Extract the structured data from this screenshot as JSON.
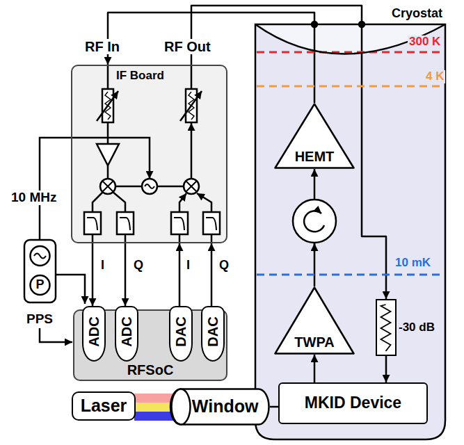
{
  "diagram": {
    "nodes": [
      {
        "text": [
          "Cryostat"
        ]
      },
      {
        "text": [
          "IF Board"
        ]
      },
      {
        "text": [
          "RFSoC"
        ]
      },
      {
        "text": [
          "ADC"
        ],
        "in": 2
      },
      {
        "text": [
          "ADC"
        ],
        "in": 2
      },
      {
        "text": [
          "DAC"
        ],
        "in": 2
      },
      {
        "text": [
          "DAC"
        ],
        "in": 2
      },
      {
        "text": [
          "HEMT"
        ],
        "in": 0
      },
      {
        "text": [
          "TWPA"
        ],
        "in": 0
      },
      {
        "text": [
          "-30 dB"
        ],
        "in": 0
      },
      {
        "text": [
          "MKID Device"
        ],
        "in": 0
      },
      {
        "text": [
          "Laser"
        ]
      },
      {
        "text": [
          "Window"
        ]
      }
    ],
    "edges": [
      {
        "from": 7,
        "to": 1,
        "arrow": "to"
      },
      {
        "from": 1,
        "to": 9,
        "arrow": "to"
      },
      {
        "from": 1,
        "to": 3,
        "label": "I",
        "arrow": "to"
      },
      {
        "from": 1,
        "to": 4,
        "label": "Q",
        "arrow": "to"
      },
      {
        "from": 5,
        "to": 1,
        "label": "I",
        "arrow": "to"
      },
      {
        "from": 6,
        "to": 1,
        "label": "Q",
        "arrow": "to"
      },
      {
        "from": 8,
        "to": 7,
        "arrow": "to"
      },
      {
        "from": 10,
        "to": 8,
        "arrow": "to"
      },
      {
        "from": 9,
        "to": 10,
        "arrow": "to"
      },
      {
        "from": 12,
        "to": 10,
        "arrow": "none"
      }
    ],
    "labels": [
      "RF In",
      "RF Out",
      "10 MHz",
      "P",
      "PPS",
      "300 K",
      "4 K",
      "10 mK"
    ]
  }
}
